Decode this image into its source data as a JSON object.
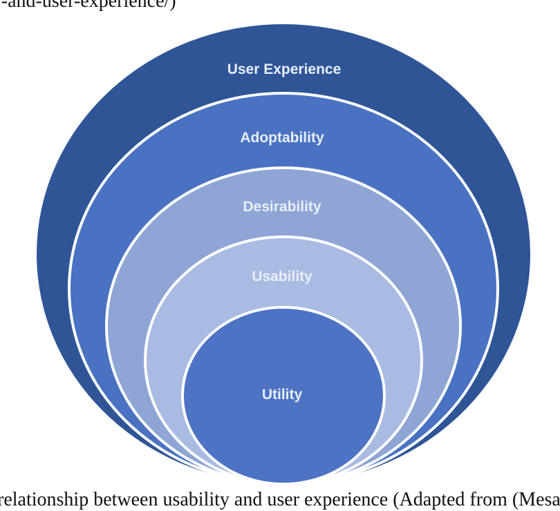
{
  "captions": {
    "top": "/-and-user-experience/)",
    "bottom": "relationship between usability and user experience (Adapted from (Mesa"
  },
  "diagram": {
    "layers": [
      {
        "label": "User Experience",
        "color": "#2f5597"
      },
      {
        "label": "Adoptability",
        "color": "#4a72c2"
      },
      {
        "label": "Desirability",
        "color": "#8ea5d6"
      },
      {
        "label": "Usability",
        "color": "#a9bbe2"
      },
      {
        "label": "Utility",
        "color": "#4d73c5"
      }
    ],
    "ring_stroke_color": "#ffffff"
  }
}
